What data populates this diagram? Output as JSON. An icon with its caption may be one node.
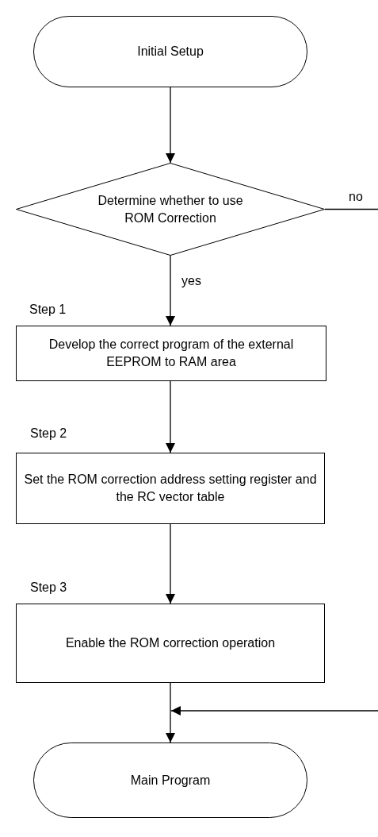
{
  "diagram": {
    "nodes": [
      {
        "text": [
          "Initial Setup"
        ]
      },
      {
        "text": [
          "Determine whether to use ROM Correction"
        ]
      },
      {
        "text": [
          "Develop the correct program of the external EEPROM  to RAM area"
        ]
      },
      {
        "text": [
          "Set the ROM correction address setting register and the RC vector table"
        ]
      },
      {
        "text": [
          "Enable the ROM correction operation"
        ]
      },
      {
        "text": [
          "Main Program"
        ]
      }
    ],
    "edges": [
      {
        "from": 0,
        "to": 1,
        "arrow": "to"
      },
      {
        "from": 1,
        "to": null,
        "arrow": "none",
        "label": "no"
      },
      {
        "from": 1,
        "to": 2,
        "arrow": "to",
        "label": "yes"
      },
      {
        "from": 2,
        "to": 3,
        "arrow": "to"
      },
      {
        "from": 3,
        "to": 4,
        "arrow": "to"
      },
      {
        "from": 4,
        "to": 5,
        "arrow": "to"
      },
      {
        "from": null,
        "to": 5,
        "arrow": "to"
      }
    ],
    "labels": [
      "Step 1",
      "Step 2",
      "Step 3"
    ]
  }
}
